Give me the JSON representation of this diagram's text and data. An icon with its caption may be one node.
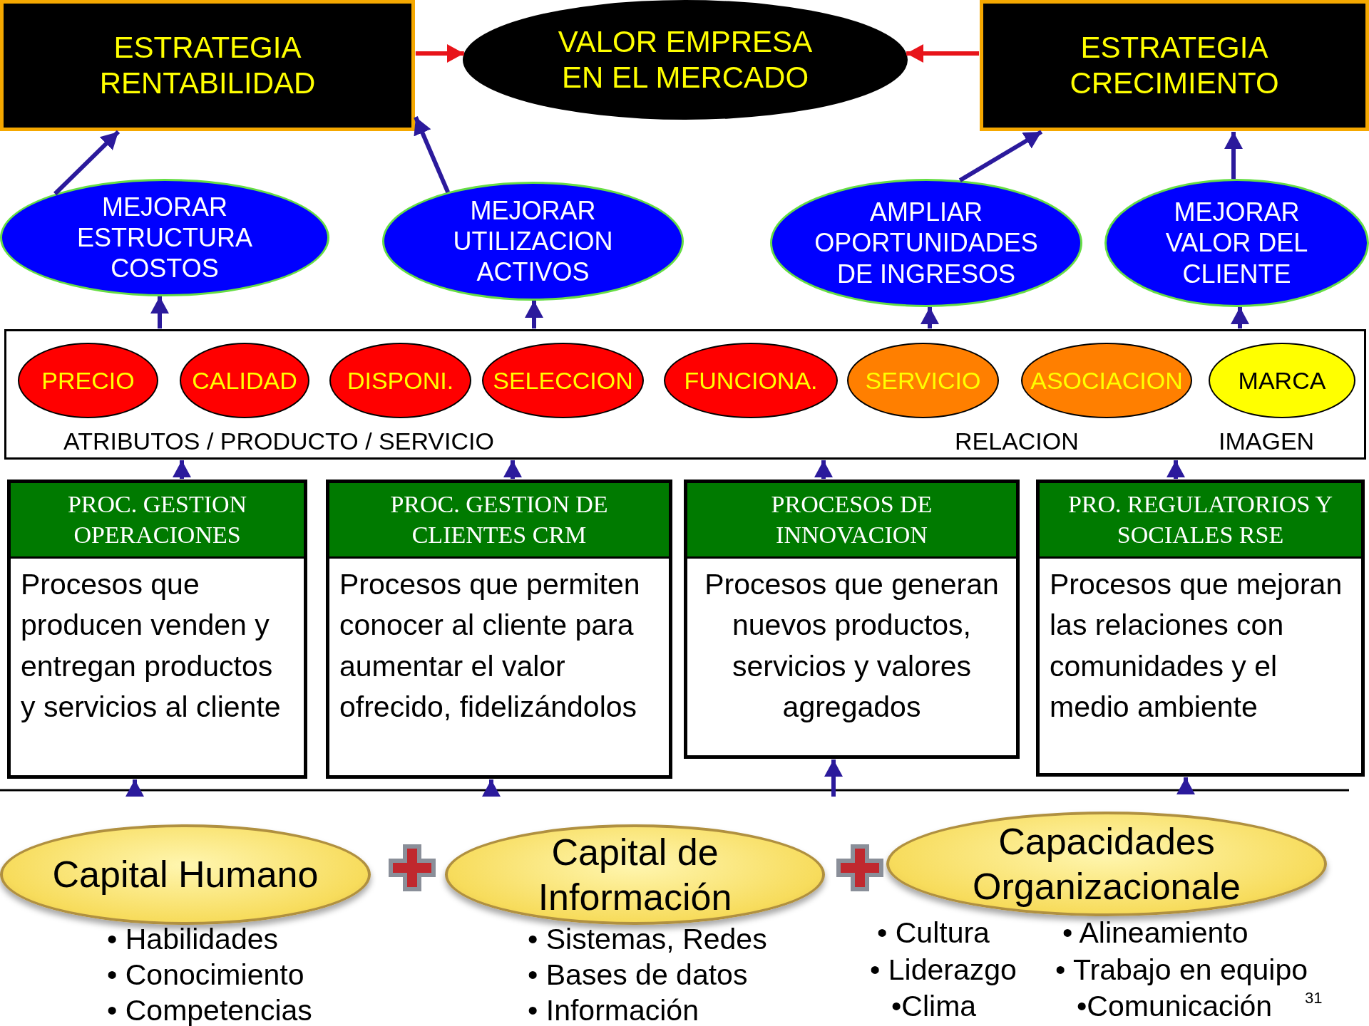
{
  "diagram": {
    "nodes": [
      {
        "text": [
          "ESTRATEGIA RENTABILIDAD"
        ]
      },
      {
        "text": [
          "VALOR EMPRESA EN EL MERCADO"
        ]
      },
      {
        "text": [
          "ESTRATEGIA CRECIMIENTO"
        ]
      },
      {
        "text": [
          "MEJORAR ESTRUCTURA COSTOS"
        ]
      },
      {
        "text": [
          "MEJORAR UTILIZACION ACTIVOS"
        ]
      },
      {
        "text": [
          "AMPLIAR OPORTUNIDADES DE INGRESOS"
        ]
      },
      {
        "text": [
          "MEJORAR VALOR DEL CLIENTE"
        ]
      },
      {
        "text": [
          "ATRIBUTOS / PRODUCTO / SERVICIO",
          "RELACION",
          "IMAGEN"
        ]
      },
      {
        "text": [
          "PRECIO"
        ],
        "in": 7
      },
      {
        "text": [
          "CALIDAD"
        ],
        "in": 7
      },
      {
        "text": [
          "DISPONI."
        ],
        "in": 7
      },
      {
        "text": [
          "SELECCION"
        ],
        "in": 7
      },
      {
        "text": [
          "FUNCIONA."
        ],
        "in": 7
      },
      {
        "text": [
          "SERVICIO"
        ],
        "in": 7
      },
      {
        "text": [
          "ASOCIACION"
        ],
        "in": 7
      },
      {
        "text": [
          "MARCA"
        ],
        "in": 7
      },
      {
        "text": [
          "PROC. GESTION OPERACIONES",
          "Procesos que producen venden y entregan productos y servicios al cliente"
        ]
      },
      {
        "text": [
          "PROC. GESTION DE CLIENTES CRM",
          "Procesos que permiten conocer al cliente para aumentar el valor ofrecido, fidelizándolos"
        ]
      },
      {
        "text": [
          "PROCESOS DE INNOVACION",
          "Procesos que generan nuevos productos, servicios y valores agregados"
        ]
      },
      {
        "text": [
          "PRO. REGULATORIOS  Y SOCIALES RSE",
          "Procesos que mejoran las relaciones con comunidades y el medio ambiente"
        ]
      },
      {
        "text": [
          "Capital Humano"
        ],
        "beside": [
          "• Habilidades",
          "• Conocimiento",
          "• Competencias"
        ]
      },
      {
        "text": [
          "Capital de Información"
        ],
        "beside": [
          "• Sistemas, Redes",
          "• Bases de datos",
          "• Información"
        ]
      },
      {
        "text": [
          "Capacidades Organizacionale"
        ],
        "beside": [
          "• Cultura",
          "• Alineamiento",
          "• Liderazgo",
          "• Trabajo en equipo",
          "•Clima",
          "•Comunicación"
        ]
      }
    ],
    "edges": [
      {
        "from": 0,
        "to": 1,
        "arrow": "to",
        "color": "#e8141a"
      },
      {
        "from": 2,
        "to": 1,
        "arrow": "to",
        "color": "#e8141a"
      },
      {
        "from": 3,
        "to": 0,
        "arrow": "to"
      },
      {
        "from": 4,
        "to": 0,
        "arrow": "to"
      },
      {
        "from": 5,
        "to": 2,
        "arrow": "to"
      },
      {
        "from": 6,
        "to": 2,
        "arrow": "to"
      },
      {
        "from": 7,
        "to": 3,
        "arrow": "to"
      },
      {
        "from": 7,
        "to": 4,
        "arrow": "to"
      },
      {
        "from": 7,
        "to": 5,
        "arrow": "to"
      },
      {
        "from": 7,
        "to": 6,
        "arrow": "to"
      },
      {
        "from": 16,
        "to": 7,
        "arrow": "to"
      },
      {
        "from": 17,
        "to": 7,
        "arrow": "to"
      },
      {
        "from": 18,
        "to": 7,
        "arrow": "to"
      },
      {
        "from": 19,
        "to": 7,
        "arrow": "to"
      },
      {
        "from": null,
        "to": 16,
        "arrow": "to"
      },
      {
        "from": null,
        "to": 17,
        "arrow": "to"
      },
      {
        "from": null,
        "to": 18,
        "arrow": "to"
      },
      {
        "from": null,
        "to": 19,
        "arrow": "to"
      }
    ],
    "labels": [
      "31"
    ]
  }
}
